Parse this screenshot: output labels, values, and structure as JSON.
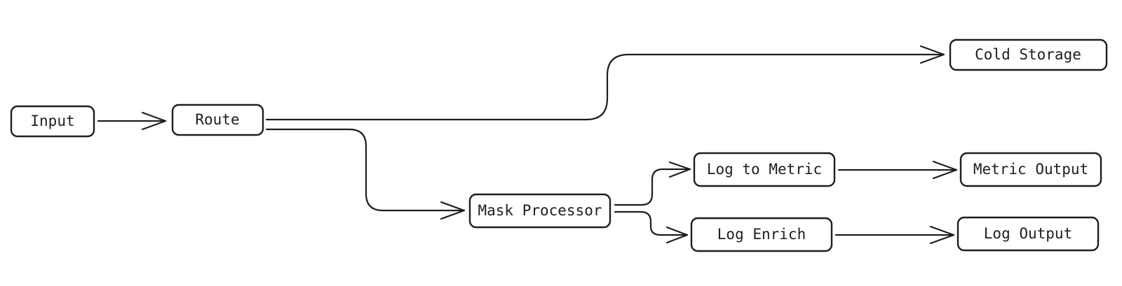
{
  "diagram": {
    "nodes": {
      "input": "Input",
      "route": "Route",
      "cold_storage": "Cold Storage",
      "mask_processor": "Mask Processor",
      "log_to_metric": "Log to Metric",
      "metric_output": "Metric Output",
      "log_enrich": "Log Enrich",
      "log_output": "Log Output"
    },
    "edges": [
      {
        "from": "Input",
        "to": "Route"
      },
      {
        "from": "Route",
        "to": "Cold Storage"
      },
      {
        "from": "Route",
        "to": "Mask Processor"
      },
      {
        "from": "Mask Processor",
        "to": "Log to Metric"
      },
      {
        "from": "Mask Processor",
        "to": "Log Enrich"
      },
      {
        "from": "Log to Metric",
        "to": "Metric Output"
      },
      {
        "from": "Log Enrich",
        "to": "Log Output"
      }
    ],
    "colors": {
      "stroke": "#1e1e1e",
      "background": "#ffffff"
    }
  }
}
